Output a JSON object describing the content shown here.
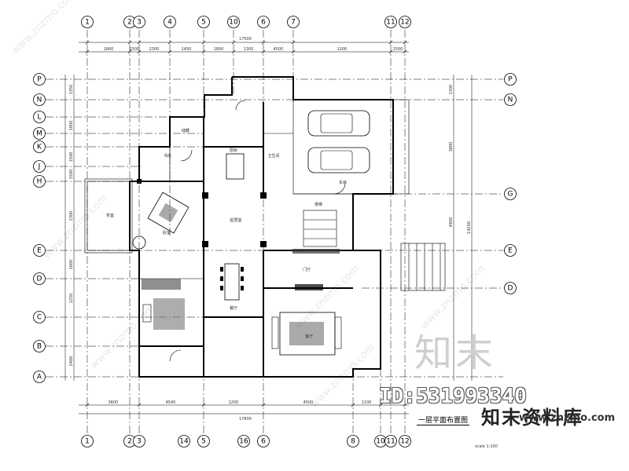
{
  "axes": {
    "top_labels": [
      "1",
      "2",
      "3",
      "4",
      "5",
      "10",
      "6",
      "7",
      "11",
      "12"
    ],
    "bottom_labels": [
      "1",
      "2",
      "3",
      "14",
      "5",
      "16",
      "6",
      "8",
      "10",
      "11",
      "12"
    ],
    "left_labels": [
      "P",
      "N",
      "L",
      "M",
      "K",
      "J",
      "H",
      "E",
      "D",
      "C",
      "B",
      "A"
    ],
    "right_labels": [
      "P",
      "N",
      "G",
      "E",
      "D"
    ]
  },
  "dimensions": {
    "top_total": "17500",
    "top_segments": [
      "1800",
      "1500",
      "2300",
      "1450",
      "1800",
      "1300",
      "4500",
      "1200",
      "1500"
    ],
    "bottom_total": "17800",
    "bottom_segments": [
      "3600",
      "4540",
      "1200",
      "4500",
      "1100"
    ],
    "left_segments": [
      "1350",
      "1800",
      "1500",
      "1500",
      "2300",
      "1600",
      "1250",
      "2400"
    ],
    "right_segments": [
      "1300",
      "3800",
      "4900",
      "14200"
    ]
  },
  "rooms": [
    "车库",
    "餐厅",
    "客厅",
    "厨房",
    "卧室",
    "卫生间",
    "楼梯",
    "书房",
    "起居室",
    "储藏",
    "门厅",
    "茶室"
  ],
  "title_block": {
    "plan_title": "一层平面布置图",
    "scale_note": "scale 1:100"
  },
  "watermarks": {
    "logo": "知末",
    "id": "ID:531993340",
    "brand": "知末资料库",
    "url": "www.znzmo.com",
    "diagonal": "www.znzmo.com"
  }
}
